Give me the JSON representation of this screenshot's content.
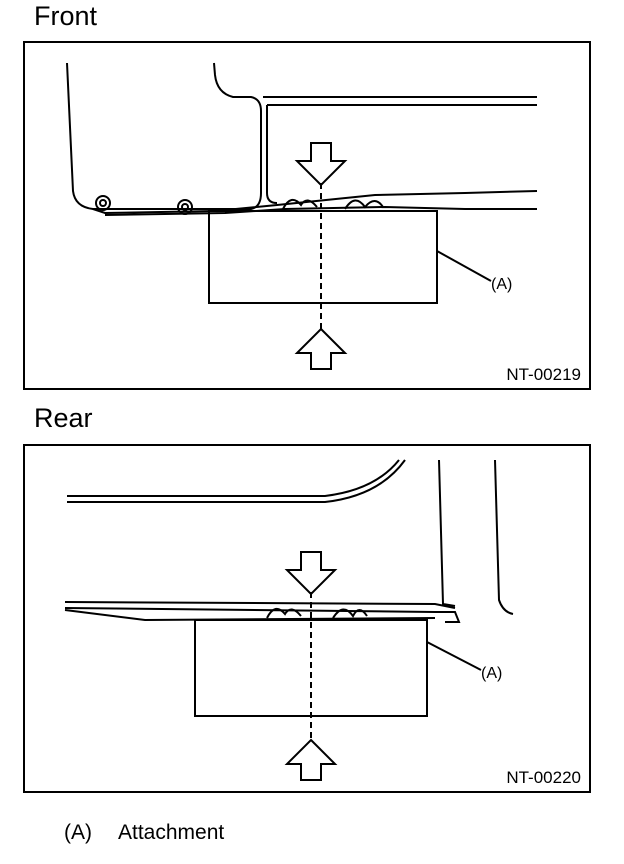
{
  "front": {
    "heading": "Front",
    "label_a": "(A)",
    "code": "NT-00219"
  },
  "rear": {
    "heading": "Rear",
    "label_a": "(A)",
    "code": "NT-00220"
  },
  "legend": {
    "key": "(A)",
    "text": "Attachment"
  },
  "colors": {
    "line": "#000000",
    "background": "#ffffff"
  }
}
